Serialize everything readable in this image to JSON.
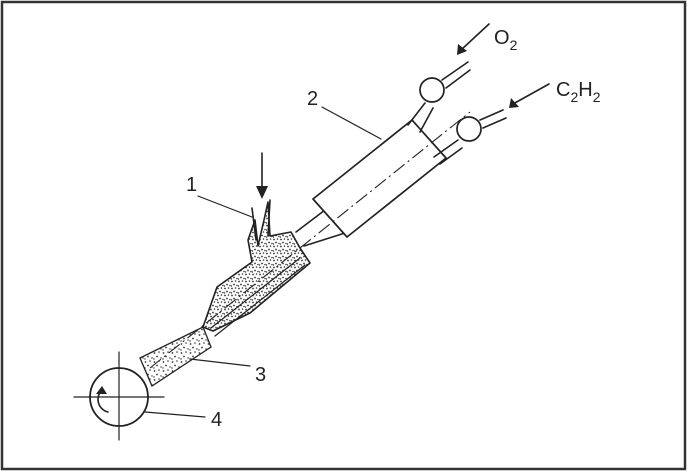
{
  "labels": {
    "part1": "1",
    "part2": "2",
    "part3": "3",
    "part4": "4"
  },
  "gases": {
    "oxygen": {
      "base": "O",
      "sub": "2"
    },
    "acetylene": {
      "base1": "C",
      "sub1": "2",
      "base2": "H",
      "sub2": "2"
    }
  },
  "colors": {
    "ink": "#222222",
    "background": "#ffffff",
    "border": "#333333"
  }
}
